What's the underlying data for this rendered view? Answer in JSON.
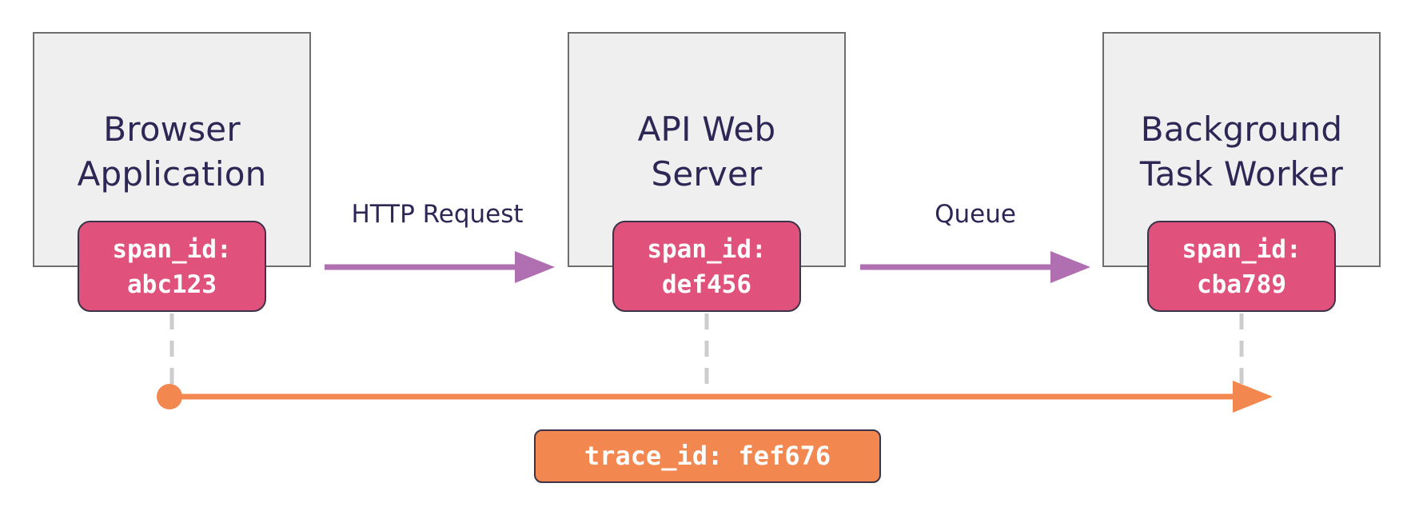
{
  "services": [
    {
      "title_lines": [
        "Browser",
        "Application"
      ],
      "span_label": "span_id:",
      "span_value": "abc123"
    },
    {
      "title_lines": [
        "API Web",
        "Server"
      ],
      "span_label": "span_id:",
      "span_value": "def456"
    },
    {
      "title_lines": [
        "Background",
        "Task Worker"
      ],
      "span_label": "span_id:",
      "span_value": "cba789"
    }
  ],
  "connections": [
    {
      "label": "HTTP Request"
    },
    {
      "label": "Queue"
    }
  ],
  "trace": {
    "label": "trace_id: fef676"
  },
  "colors": {
    "box_fill": "#efefef",
    "box_stroke": "#6e6e6e",
    "title_text": "#2d2756",
    "span_fill": "#e0527b",
    "badge_border": "#3d3348",
    "connector_arrow": "#b06fb0",
    "trace_line": "#f2874f",
    "trace_fill": "#f2874f",
    "dashed_line": "#cccccc"
  }
}
